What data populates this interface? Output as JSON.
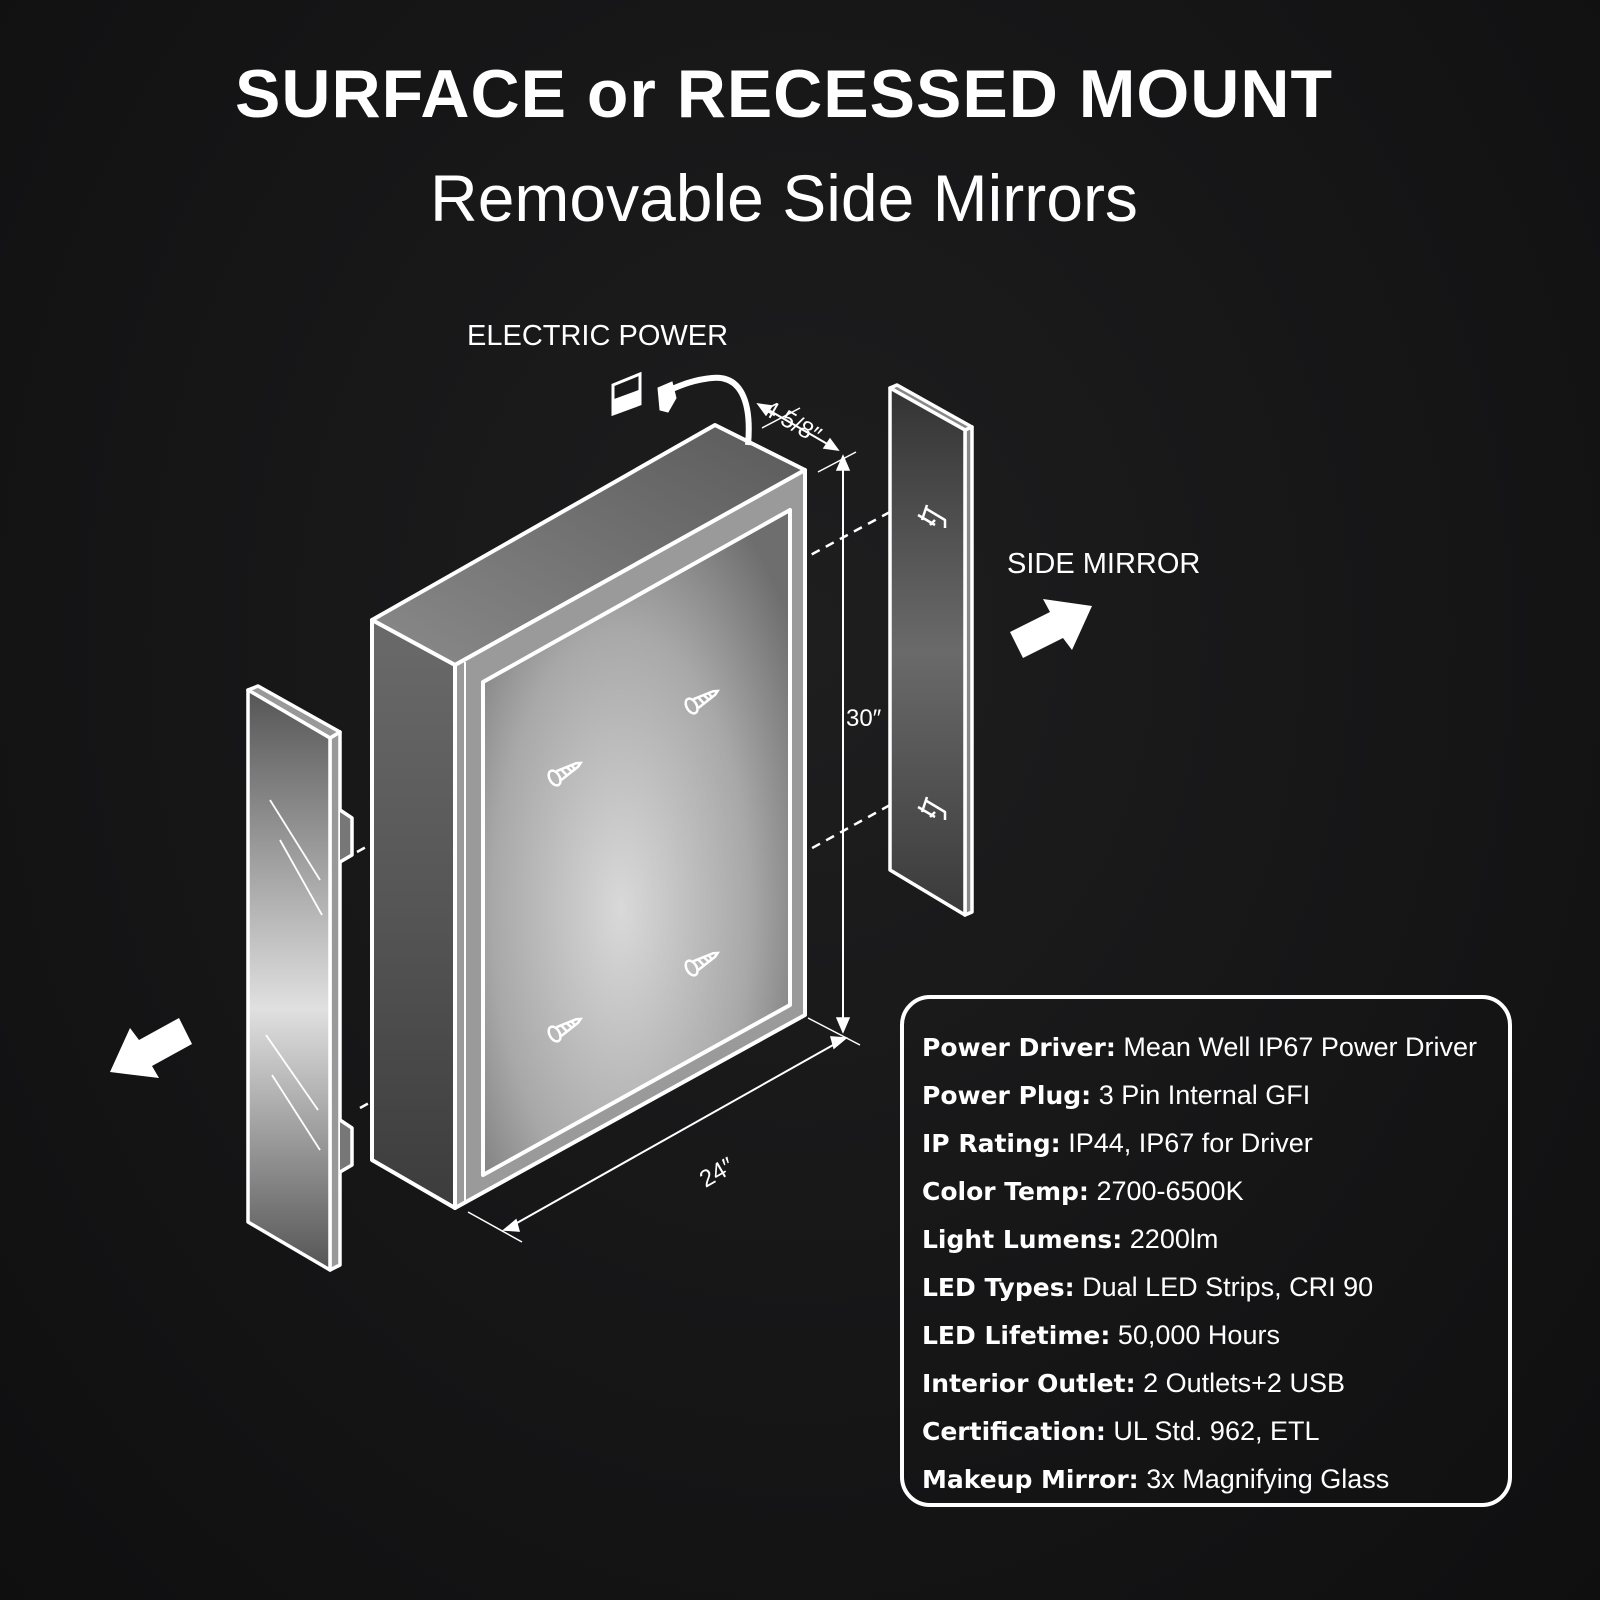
{
  "title": "SURFACE or RECESSED MOUNT",
  "subtitle": "Removable Side Mirrors",
  "labels": {
    "electric_power": "ELECTRIC POWER",
    "side_mirror": "SIDE MIRROR"
  },
  "dimensions": {
    "depth": "4 5/8″",
    "height": "30″",
    "width": "24″"
  },
  "specs": [
    {
      "key": "Power Driver:",
      "value": "Mean Well IP67 Power Driver"
    },
    {
      "key": "Power Plug:",
      "value": "3 Pin Internal GFI"
    },
    {
      "key": "IP Rating:",
      "value": "IP44, IP67 for Driver"
    },
    {
      "key": "Color Temp:",
      "value": "2700-6500K"
    },
    {
      "key": "Light Lumens:",
      "value": "2200lm"
    },
    {
      "key": "LED Types:",
      "value": "Dual LED Strips, CRI 90"
    },
    {
      "key": "LED Lifetime:",
      "value": "50,000 Hours"
    },
    {
      "key": "Interior Outlet:",
      "value": "2 Outlets+2 USB"
    },
    {
      "key": "Certification:",
      "value": "UL Std. 962, ETL"
    },
    {
      "key": "Makeup Mirror:",
      "value": "3x Magnifying Glass"
    }
  ]
}
